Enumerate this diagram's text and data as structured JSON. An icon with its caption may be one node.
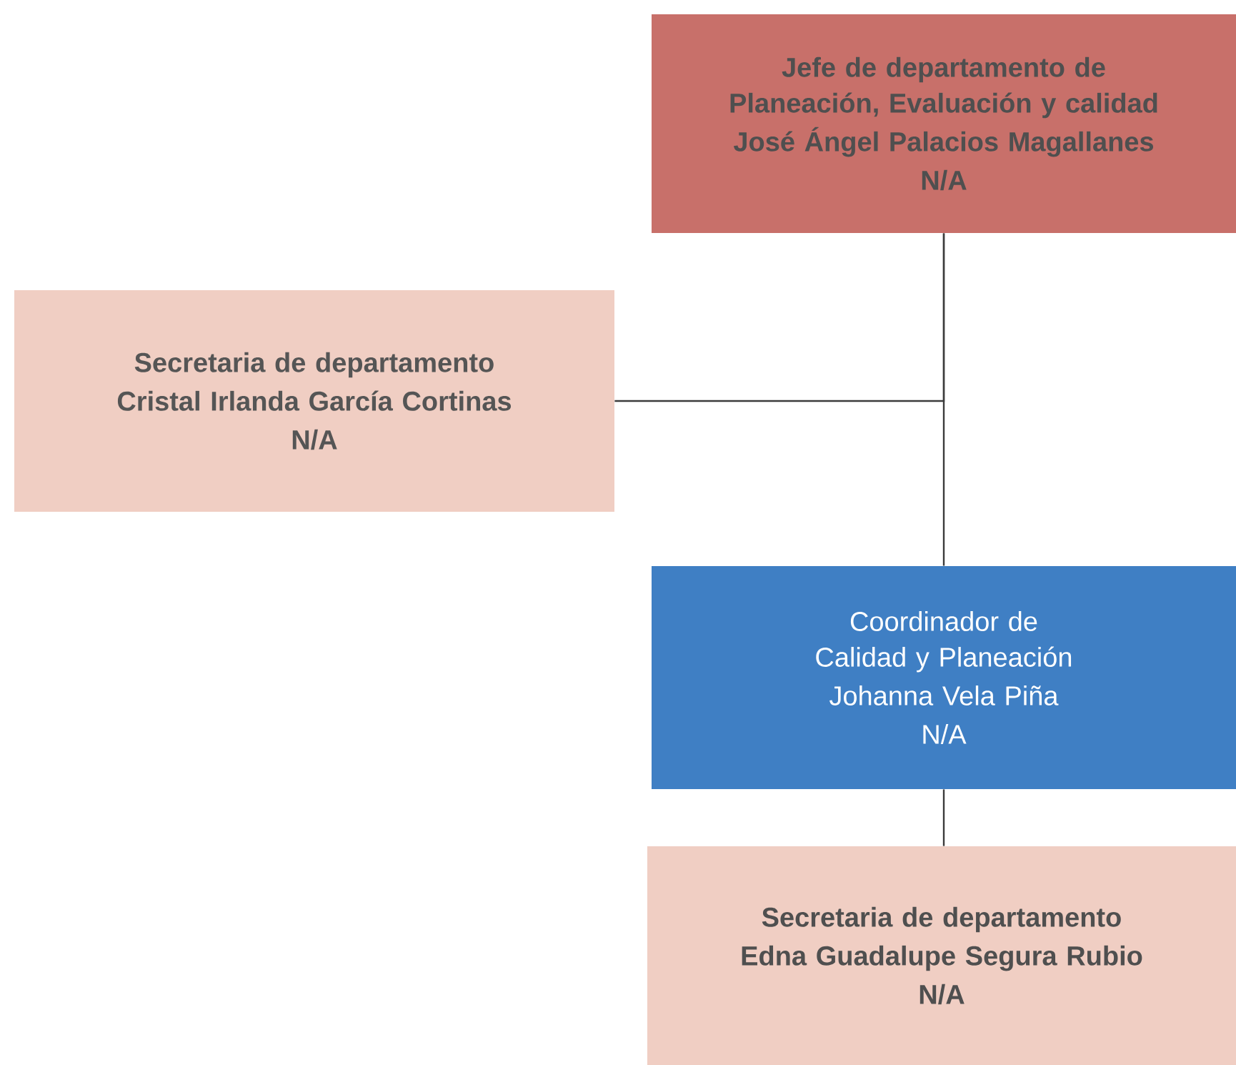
{
  "diagram": {
    "nodes": [
      {
        "text": [
          "Jefe de departamento de Planeación, Evaluación y calidad",
          "José Ángel Palacios Magallanes",
          "N/A"
        ]
      },
      {
        "text": [
          "Secretaria de departamento",
          "Cristal Irlanda García Cortinas",
          "N/A"
        ]
      },
      {
        "text": [
          "Coordinador de Calidad y Planeación",
          "Johanna Vela Piña",
          "N/A"
        ]
      },
      {
        "text": [
          "Secretaria de departamento",
          "Edna Guadalupe Segura Rubio",
          "N/A"
        ]
      }
    ],
    "edges": [
      {
        "from": 0,
        "to": 1,
        "arrow": "none"
      },
      {
        "from": 0,
        "to": 2,
        "arrow": "none"
      },
      {
        "from": 2,
        "to": 3,
        "arrow": "none"
      }
    ]
  }
}
